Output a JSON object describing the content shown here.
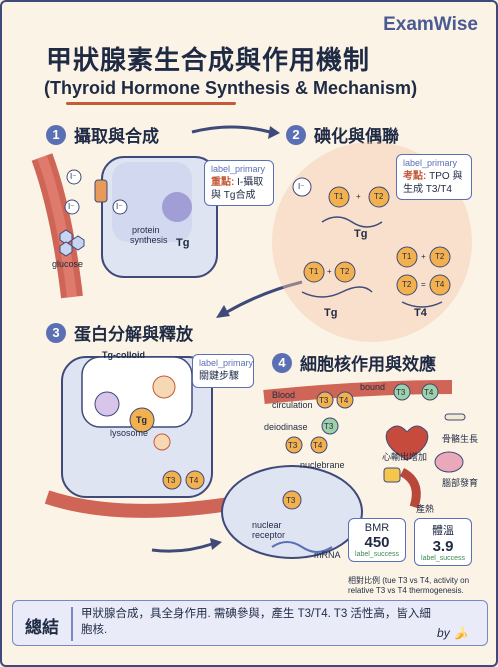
{
  "brand": "ExamWise",
  "title_zh": "甲狀腺素生合成與作用機制",
  "title_en": "(Thyroid Hormone Synthesis & Mechanism)",
  "steps": [
    {
      "num": "1",
      "title": "攝取與合成"
    },
    {
      "num": "2",
      "title": "碘化與偶聯"
    },
    {
      "num": "3",
      "title": "蛋白分解與釋放"
    },
    {
      "num": "4",
      "title": "細胞核作用與效應"
    }
  ],
  "notes": {
    "n1": {
      "tag": "label_primary",
      "prefix": "重點:",
      "text": " I-攝取與 Tg合成"
    },
    "n2": {
      "tag": "label_primary",
      "prefix": "考點:",
      "text": " TPO 與生成 T3/T4"
    },
    "n3": {
      "tag": "label_primary",
      "text": "關鍵步驟"
    }
  },
  "labels": {
    "glucose": "glucose",
    "protein_synthesis": "protein\nsynthesis",
    "protein_line1": "protein",
    "protein_line2": "synthesis",
    "tg": "Tg",
    "tg_colloid": "Tg-colloid",
    "lysosome": "lysosome",
    "blood_circulation_1": "Blood",
    "blood_circulation_2": "circulation",
    "bound": "bound",
    "deiodinase": "deiodinase",
    "nuclebrane": "nuclebrane",
    "nuclear_receptor_1": "nuclear",
    "nuclear_receptor_2": "receptor",
    "mrna": "mRNA",
    "iodide": "I⁻",
    "t3": "T3",
    "t4": "T4",
    "t1": "T1",
    "t2": "T2",
    "plus": "+",
    "eq": "=",
    "bone_growth": "骨骼生長",
    "heart_output": "心輸出增加",
    "brain_dev": "腦部發育",
    "heat": "產熱"
  },
  "metrics": [
    {
      "label": "BMR",
      "value": "450",
      "tag": "label_success"
    },
    {
      "label": "體溫",
      "value": "3.9",
      "tag": "label_success"
    }
  ],
  "relative_note": "相對比例 (tue T3 vs T4, activity on relative T3 vs T4 thermogenesis.",
  "summary": {
    "heading": "總結",
    "text": "甲狀腺合成，具全身作用. 需碘參與，產生 T3/T4. T3 活性高，皆入細胞核."
  },
  "byline": "by 🍌",
  "colors": {
    "accent": "#5b6fb4",
    "highlight": "#c35a3a",
    "success": "#3b8a52"
  }
}
